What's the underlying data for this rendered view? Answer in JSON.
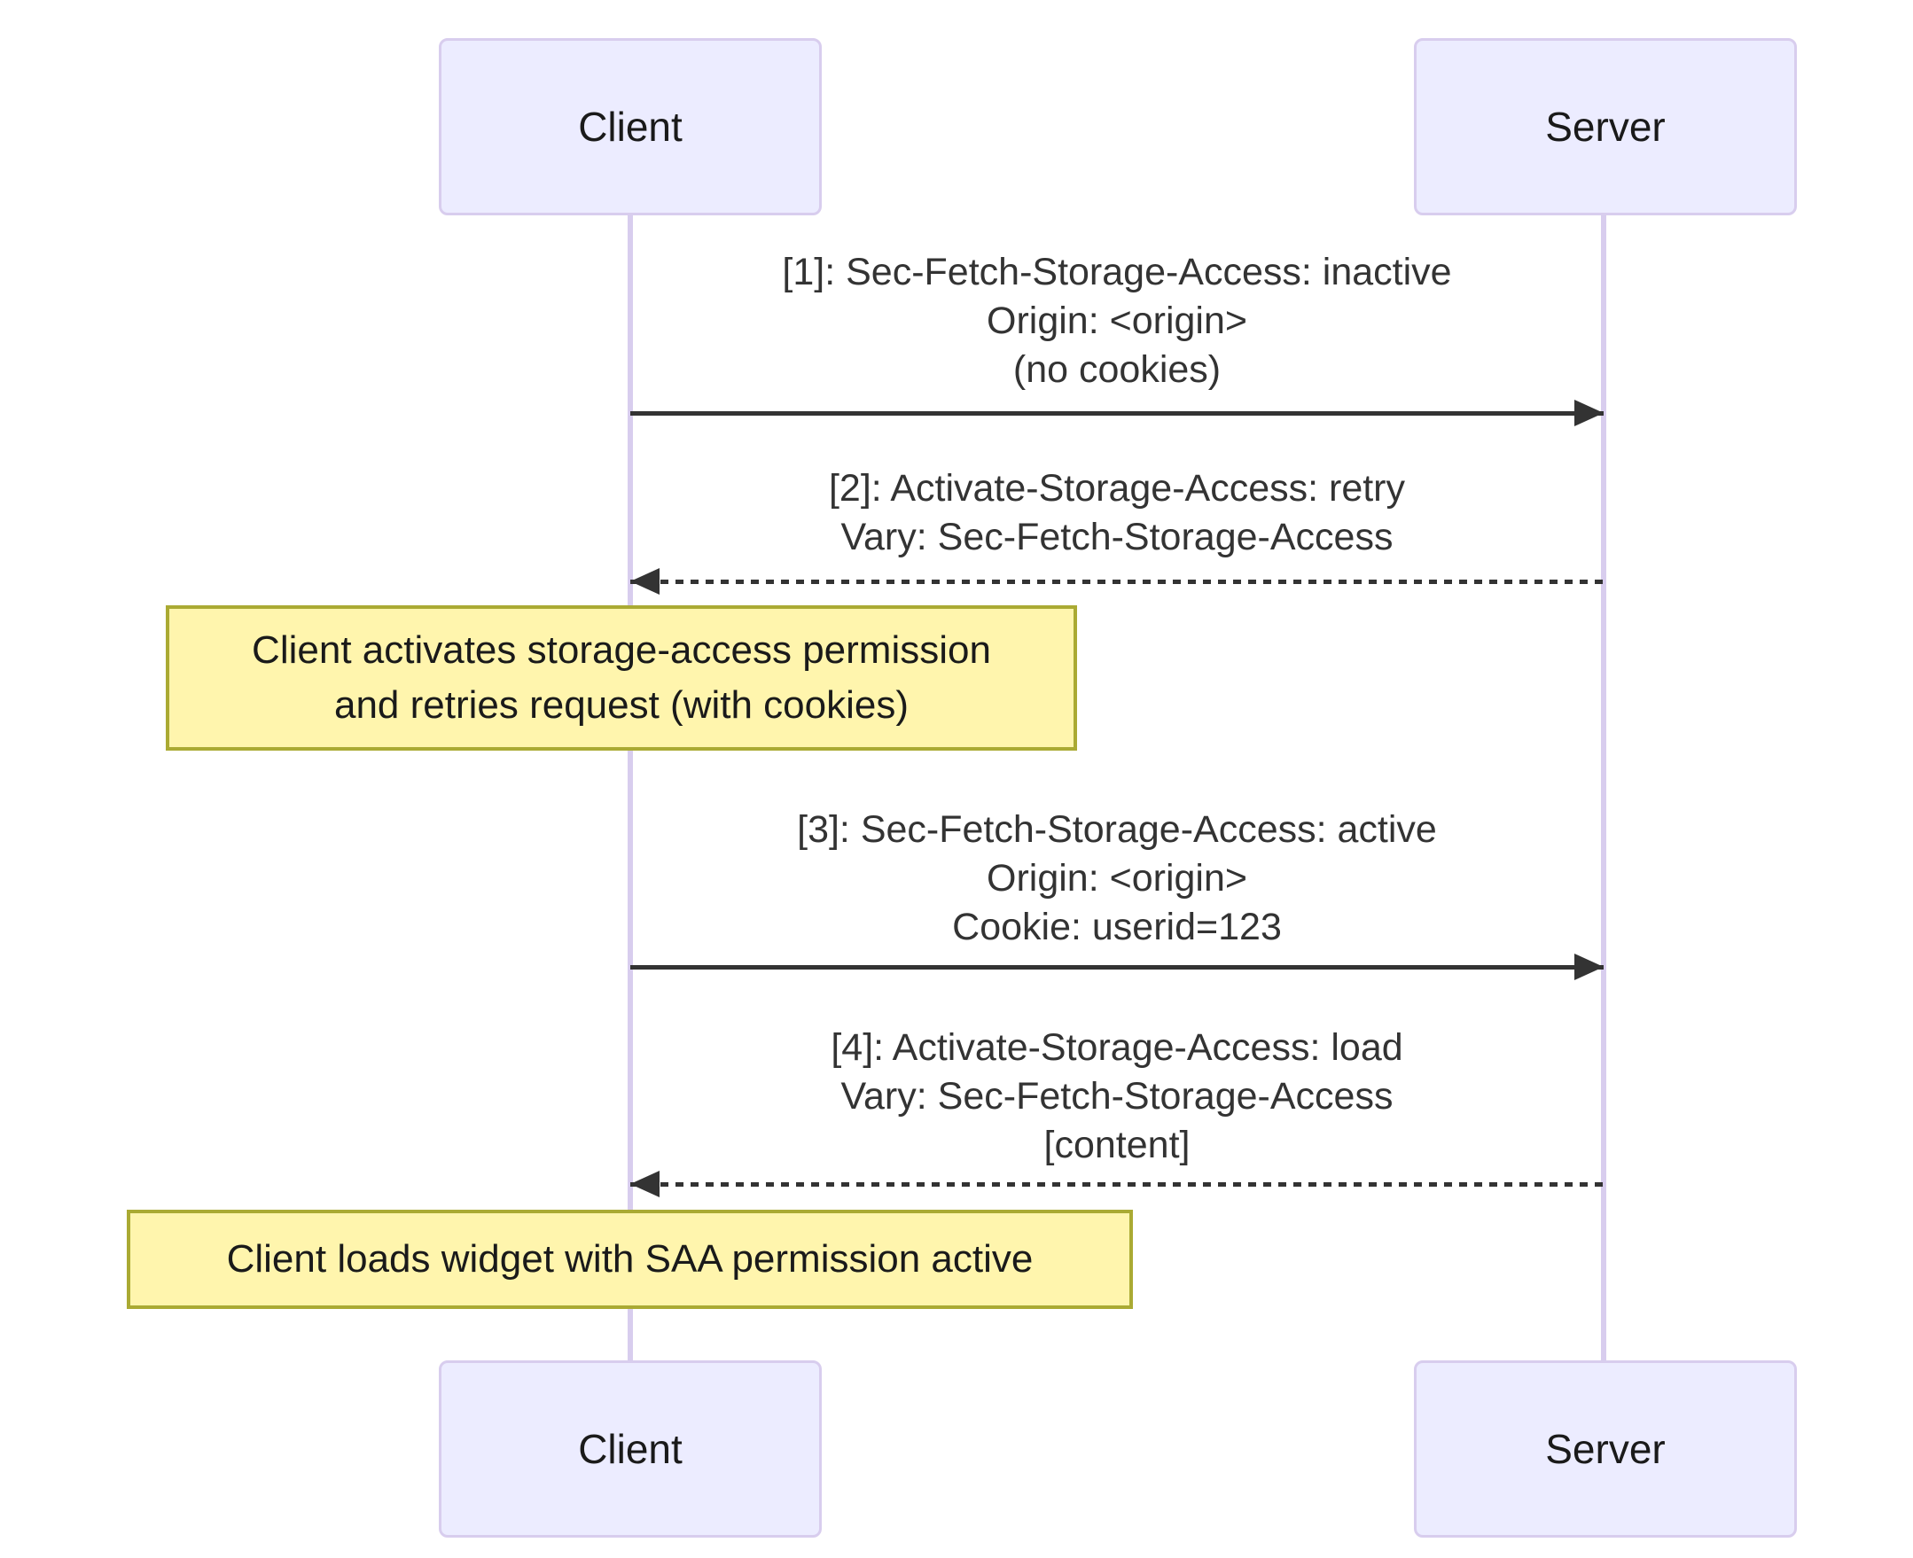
{
  "diagram": {
    "type": "sequence-diagram",
    "actors": [
      {
        "label": "Client"
      },
      {
        "label": "Server"
      }
    ],
    "messages": [
      {
        "from": "Client",
        "to": "Server",
        "line_style": "solid",
        "lines": [
          "[1]: Sec-Fetch-Storage-Access: inactive",
          "Origin: <origin>",
          "(no cookies)"
        ]
      },
      {
        "from": "Server",
        "to": "Client",
        "line_style": "dashed",
        "lines": [
          "[2]: Activate-Storage-Access: retry",
          "Vary: Sec-Fetch-Storage-Access"
        ]
      },
      {
        "from": "Client",
        "to": "Server",
        "line_style": "solid",
        "lines": [
          "[3]: Sec-Fetch-Storage-Access: active",
          "Origin: <origin>",
          "Cookie: userid=123"
        ]
      },
      {
        "from": "Server",
        "to": "Client",
        "line_style": "dashed",
        "lines": [
          "[4]: Activate-Storage-Access: load",
          "Vary: Sec-Fetch-Storage-Access",
          "[content]"
        ]
      }
    ],
    "notes": [
      {
        "lines": [
          "Client activates storage-access permission",
          "and retries request (with cookies)"
        ]
      },
      {
        "lines": [
          "Client loads widget with SAA permission active"
        ]
      }
    ],
    "colors": {
      "background": "#FFFFFF",
      "actor_fill": "#ECECFF",
      "actor_border": "#D8CDEE",
      "lifeline": "#D8CDEE",
      "message_text": "#333333",
      "arrow": "#333333",
      "note_fill": "#FFF5AD",
      "note_border": "#AAAA33"
    }
  }
}
